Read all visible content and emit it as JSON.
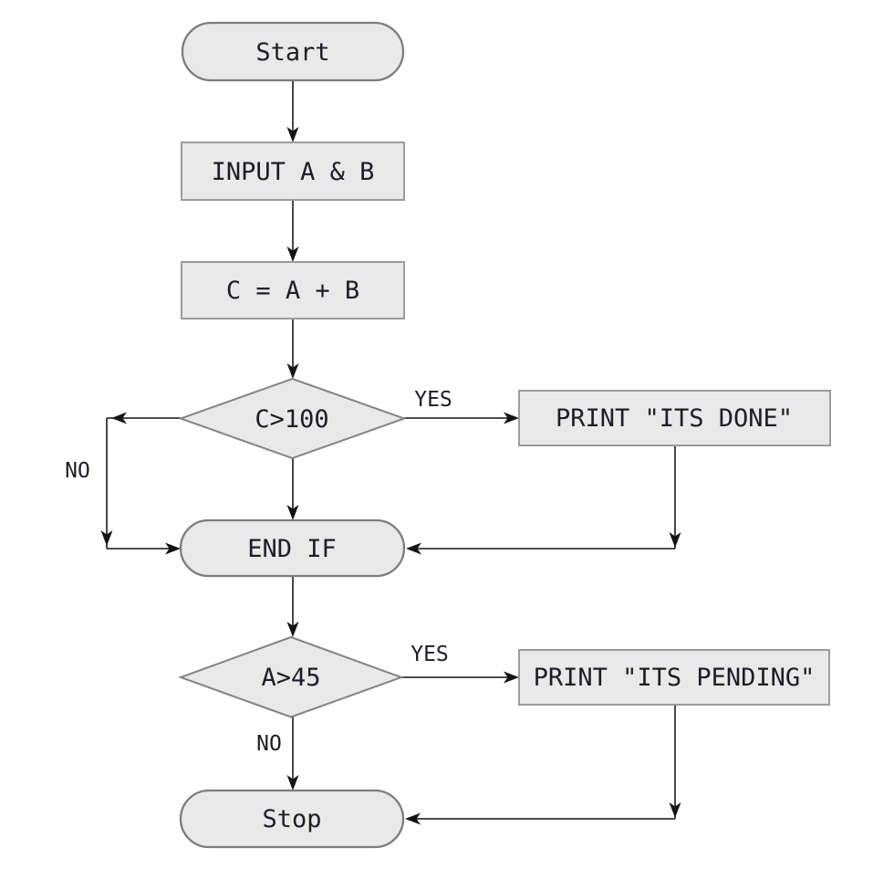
{
  "flowchart": {
    "title": "addition-check-flowchart",
    "colors": {
      "background": "#ffffff",
      "node_fill": "#e9e9e9",
      "terminator_stroke": "#7d7d7d",
      "process_stroke": "#9c9c9c",
      "line": "#333333",
      "arrowhead": "#141414",
      "text": "#1d1d27"
    },
    "nodes": [
      {
        "id": "start",
        "type": "terminator",
        "label": "Start"
      },
      {
        "id": "input-a-b",
        "type": "process",
        "label": "INPUT A & B"
      },
      {
        "id": "c-equals-a-plus-b",
        "type": "process",
        "label": "C = A + B"
      },
      {
        "id": "c-gt-100",
        "type": "decision",
        "label": "C>100"
      },
      {
        "id": "print-its-done",
        "type": "process",
        "label": "PRINT \"ITS DONE\""
      },
      {
        "id": "end-if",
        "type": "terminator",
        "label": "END IF"
      },
      {
        "id": "a-gt-45",
        "type": "decision",
        "label": "A>45"
      },
      {
        "id": "print-its-pending",
        "type": "process",
        "label": "PRINT \"ITS PENDING\""
      },
      {
        "id": "stop",
        "type": "terminator",
        "label": "Stop"
      }
    ],
    "edge_labels": [
      {
        "id": "yes-c-gt-100",
        "label": "YES"
      },
      {
        "id": "no-c-gt-100",
        "label": "NO"
      },
      {
        "id": "yes-a-gt-45",
        "label": "YES"
      },
      {
        "id": "no-a-gt-45",
        "label": "NO"
      }
    ]
  }
}
